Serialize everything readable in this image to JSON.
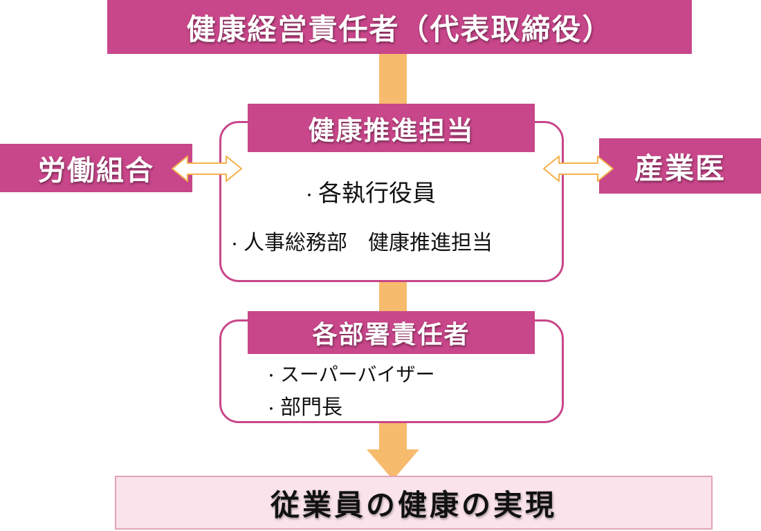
{
  "top_title": "健康経営責任者（代表取締役）",
  "promotion_group": {
    "title": "健康推進担当",
    "members": [
      "各執行役員",
      "人事総務部　健康推進担当"
    ]
  },
  "left_partner": "労働組合",
  "right_partner": "産業医",
  "department_group": {
    "title": "各部署責任者",
    "members": [
      "スーパーバイザー",
      "部門長"
    ]
  },
  "goal": "従業員の健康の実現",
  "bullet_symbol": "・",
  "colors": {
    "banner": "#c8468a",
    "connector": "#f7bb6d",
    "goal_fill": "#fae3ea"
  }
}
